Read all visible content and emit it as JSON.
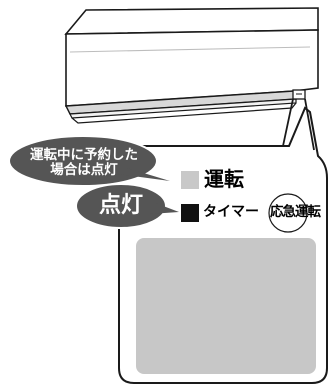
{
  "unit": {
    "body_color": "#ffffff",
    "outline_color": "#1a1a1a",
    "vent_color": "#d8d8d8"
  },
  "callout_reserved": {
    "line1": "運転中に予約した",
    "line2": "場合は点灯",
    "bg_color": "#555555"
  },
  "callout_lit": {
    "text": "点灯",
    "bg_color": "#555555"
  },
  "panel": {
    "operation": {
      "label": "運転",
      "lamp_color": "#c8c8c8"
    },
    "timer": {
      "label": "タイマー",
      "lamp_color": "#111111"
    },
    "emergency_button": {
      "label": "応急運転"
    },
    "display_color": "#c7c7c7"
  }
}
